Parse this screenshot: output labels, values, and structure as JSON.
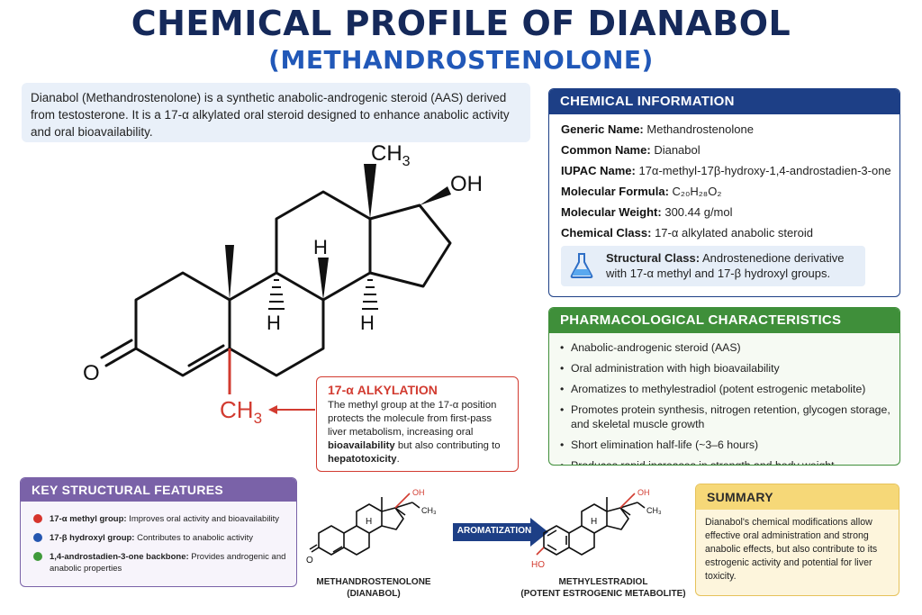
{
  "title": {
    "line1": "CHEMICAL PROFILE OF DIANABOL",
    "line2": "(METHANDROSTENOLONE)"
  },
  "intro": "Dianabol (Methandrostenolone) is a synthetic anabolic-androgenic steroid (AAS) derived from testosterone. It is a 17-α alkylated oral steroid designed to enhance anabolic activity and oral bioavailability.",
  "chem_info": {
    "heading": "CHEMICAL INFORMATION",
    "rows": [
      {
        "label": "Generic Name:",
        "value": "Methandrostenolone"
      },
      {
        "label": "Common Name:",
        "value": "Dianabol"
      },
      {
        "label": "IUPAC Name:",
        "value": "17α-methyl-17β-hydroxy-1,4-androstadien-3-one"
      },
      {
        "label": "Molecular Formula:",
        "value": "C₂₀H₂₈O₂"
      },
      {
        "label": "Molecular Weight:",
        "value": "300.44 g/mol"
      },
      {
        "label": "Chemical Class:",
        "value": "17-α alkylated anabolic steroid"
      }
    ],
    "structural_class_label": "Structural Class:",
    "structural_class_value": "Androstenedione derivative",
    "structural_class_value2": "with 17-α methyl and 17-β hydroxyl groups.",
    "icon": "flask-icon"
  },
  "pharm": {
    "heading": "PHARMACOLOGICAL CHARACTERISTICS",
    "items": [
      "Anabolic-androgenic steroid (AAS)",
      "Oral administration with high bioavailability",
      "Aromatizes to methylestradiol (potent estrogenic metabolite)",
      "Promotes protein synthesis, nitrogen retention, glycogen storage, and skeletal muscle growth",
      "Short elimination half-life (~3–6 hours)",
      "Produces rapid increases in strength and body weight"
    ]
  },
  "alkylation": {
    "heading": "17-α ALKYLATION",
    "body_start": "The methyl group at the 17-α position protects the molecule from first-pass liver metabolism, increasing oral ",
    "bold1": "bioavailability",
    "body_mid": " but also contributing to ",
    "bold2": "hepatotoxicity",
    "body_end": "."
  },
  "structure_labels": {
    "ch3_top": "CH",
    "ch3_sub": "3",
    "oh": "OH",
    "h1": "H",
    "h2": "H",
    "h3": "H",
    "o": "O",
    "ch3_alpha": "CH",
    "ch3_alpha_sub": "3"
  },
  "key_features": {
    "heading": "KEY STRUCTURAL FEATURES",
    "items": [
      {
        "bold": "17-α methyl group:",
        "text": " Improves oral activity and bioavailability",
        "color": "#d6342c"
      },
      {
        "bold": "17-β hydroxyl group:",
        "text": " Contributes to anabolic activity",
        "color": "#2456b0"
      },
      {
        "bold": "1,4-androstadien-3-one backbone:",
        "text": " Provides androgenic and anabolic properties",
        "color": "#3f9a3a"
      }
    ]
  },
  "aromatization": {
    "label": "AROMATIZATION",
    "left_caption1": "METHANDROSTENOLONE",
    "left_caption2": "(DIANABOL)",
    "right_caption1": "METHYLESTRADIOL",
    "right_caption2": "(POTENT ESTROGENIC METABOLITE)",
    "small_oh": "OH",
    "small_ch3": "CH₃",
    "small_h": "H",
    "small_o": "O",
    "small_ho": "HO"
  },
  "summary": {
    "heading": "SUMMARY",
    "body": "Dianabol's chemical modifications allow effective oral administration and strong anabolic effects, but also contribute to its estrogenic activity and potential for liver toxicity."
  },
  "colors": {
    "navy": "#15295a",
    "blue": "#2158b8",
    "green": "#3f8f3a",
    "purple": "#7a62a8",
    "red": "#d23b30",
    "yellow": "#f6d878"
  }
}
